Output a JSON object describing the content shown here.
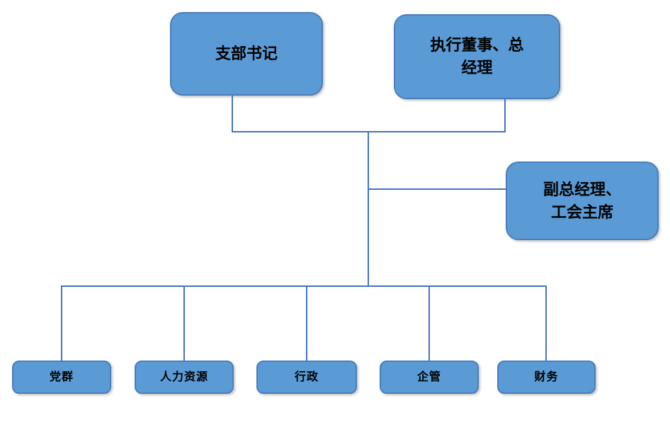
{
  "chart_data": {
    "type": "org-chart",
    "title": "",
    "colors": {
      "node_fill": "#5b9bd5",
      "node_border": "#4a7ebb",
      "connector": "#4472c4",
      "text": "#000000"
    },
    "nodes": {
      "branch_secretary": {
        "label": "支部书记"
      },
      "executive_director": {
        "label": "执行董事、总经理",
        "line1": "执行董事、总",
        "line2": "经理"
      },
      "deputy_gm": {
        "label": "副总经理、工会主席",
        "line1": "副总经理、",
        "line2": "工会主席"
      },
      "bottom": [
        {
          "label": "党群"
        },
        {
          "label": "人力资源"
        },
        {
          "label": "行政"
        },
        {
          "label": "企管"
        },
        {
          "label": "财务"
        }
      ]
    },
    "hierarchy": {
      "top_row": [
        "支部书记",
        "执行董事、总经理"
      ],
      "middle_row": [
        "副总经理、工会主席"
      ],
      "bottom_row": [
        "党群",
        "人力资源",
        "行政",
        "企管",
        "财务"
      ]
    }
  }
}
